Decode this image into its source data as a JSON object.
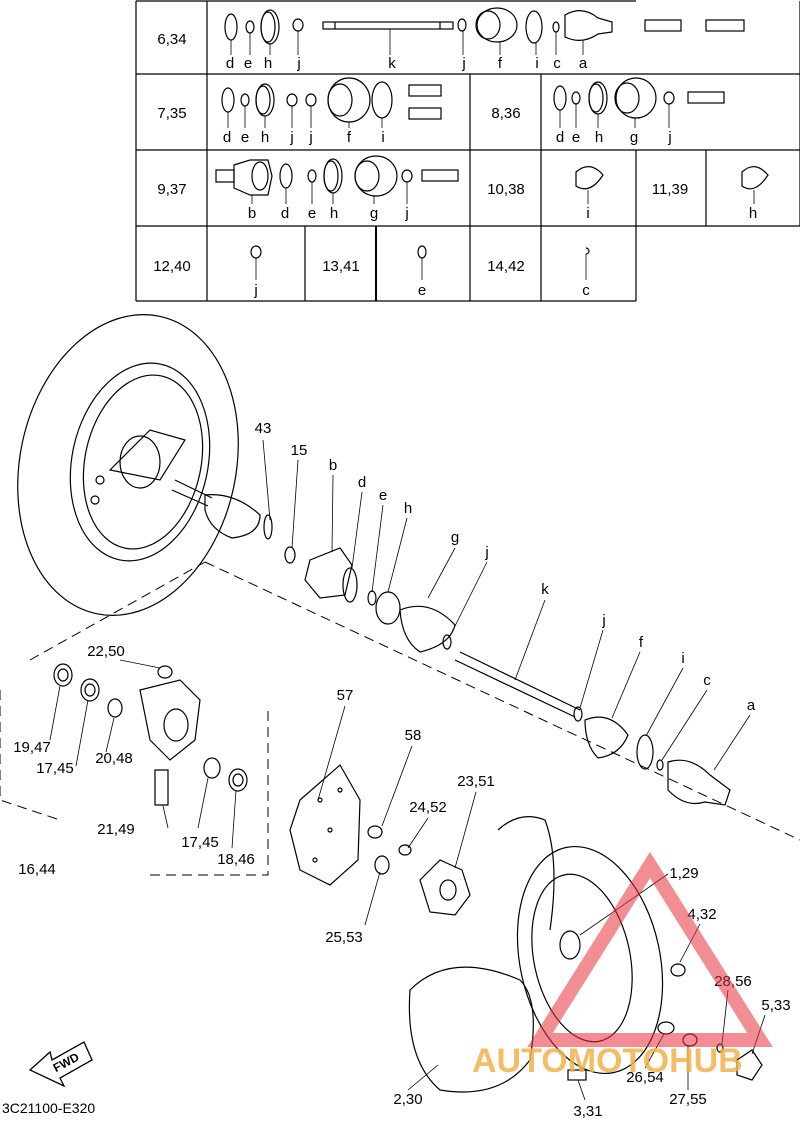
{
  "table": {
    "rows": [
      {
        "cells": [
          {
            "ref": "6,34",
            "parts": [
              "d",
              "e",
              "h",
              "j",
              "k",
              "j",
              "f",
              "i",
              "c",
              "a"
            ]
          }
        ]
      },
      {
        "cells": [
          {
            "ref": "7,35",
            "parts": [
              "d",
              "e",
              "h",
              "j",
              "j",
              "f",
              "i"
            ]
          },
          {
            "ref": "8,36",
            "parts": [
              "d",
              "e",
              "h",
              "g",
              "j"
            ]
          }
        ]
      },
      {
        "cells": [
          {
            "ref": "9,37",
            "parts": [
              "b",
              "d",
              "e",
              "h",
              "g",
              "j"
            ]
          },
          {
            "ref": "10,38",
            "parts": [
              "i"
            ]
          },
          {
            "ref": "11,39",
            "parts": [
              "h"
            ]
          }
        ]
      },
      {
        "cells": [
          {
            "ref": "12,40",
            "parts": [
              "j"
            ]
          },
          {
            "ref": "13,41",
            "parts": [
              "e"
            ]
          },
          {
            "ref": "14,42",
            "parts": [
              "c"
            ]
          }
        ]
      }
    ]
  },
  "callouts": {
    "n43": "43",
    "n15": "15",
    "b": "b",
    "d": "d",
    "e": "e",
    "h": "h",
    "g": "g",
    "j1": "j",
    "k": "k",
    "j2": "j",
    "f": "f",
    "i": "i",
    "c": "c",
    "a": "a",
    "n22_50": "22,50",
    "n57": "57",
    "n58": "58",
    "n19_47": "19,47",
    "n17_45a": "17,45",
    "n20_48": "20,48",
    "n21_49": "21,49",
    "n17_45b": "17,45",
    "n18_46": "18,46",
    "n16_44": "16,44",
    "n23_51": "23,51",
    "n24_52": "24,52",
    "n25_53": "25,53",
    "n1_29": "1,29",
    "n4_32": "4,32",
    "n28_56": "28,56",
    "n5_33": "5,33",
    "n26_54": "26,54",
    "n27_55": "27,55",
    "n2_30": "2,30",
    "n3_31": "3,31"
  },
  "fwd_label": "FWD",
  "diagram_code": "3C21100-E320",
  "watermark": {
    "text": "AUTOMOTOHUB",
    "color_main": "#f0b24a",
    "color_accent": "#e8303a",
    "color_dark": "#555555"
  }
}
